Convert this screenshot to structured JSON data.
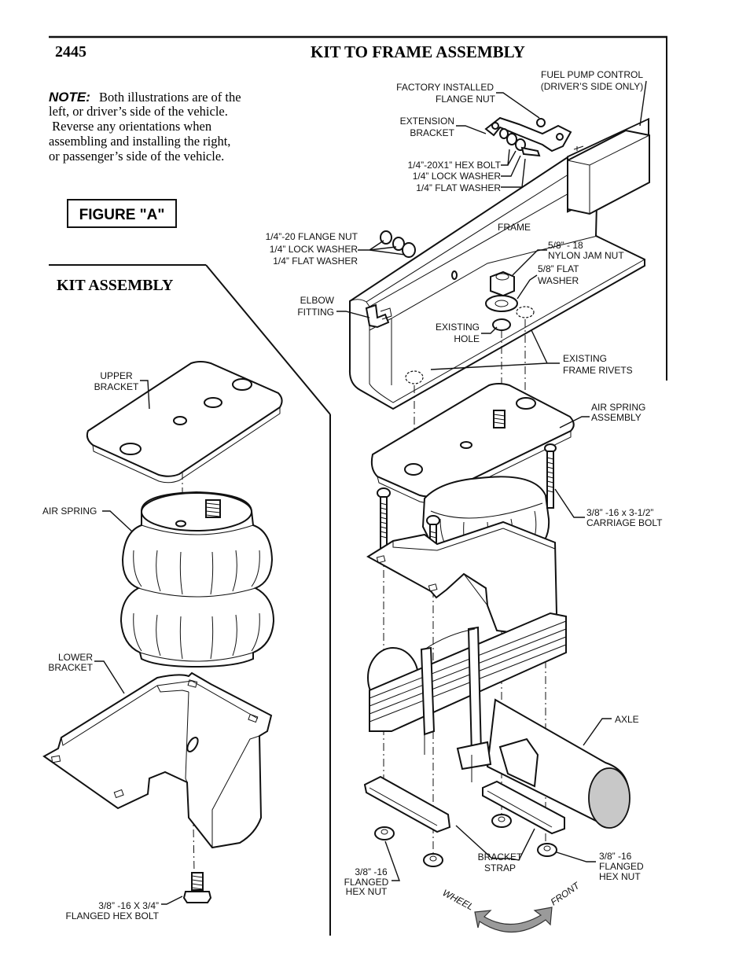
{
  "header": {
    "page_number": "2445",
    "title": "KIT TO FRAME ASSEMBLY"
  },
  "note": {
    "label": "NOTE:",
    "lines": [
      "Both illustrations are of the",
      "left, or driver’s side of the vehicle.",
      " Reverse any orientations when",
      "assembling and installing the right,",
      "or passenger’s side of the vehicle."
    ]
  },
  "figure_label": "FIGURE \"A\"",
  "kit_assembly": {
    "title": "KIT ASSEMBLY",
    "labels": {
      "upper_bracket": [
        "UPPER",
        "BRACKET"
      ],
      "air_spring": [
        "AIR SPRING"
      ],
      "lower_bracket": [
        "LOWER",
        "BRACKET"
      ],
      "hex_bolt": [
        "3/8” -16 X 3/4”",
        "FLANGED HEX BOLT"
      ]
    }
  },
  "frame_assembly": {
    "labels": {
      "factory_flange_nut": [
        "FACTORY INSTALLED",
        "FLANGE NUT"
      ],
      "fuel_pump_control": [
        "FUEL PUMP CONTROL",
        "(DRIVER’S SIDE ONLY)"
      ],
      "extension_bracket": [
        "EXTENSION",
        "BRACKET"
      ],
      "hex_bolt_group": [
        "1/4”-20X1” HEX BOLT",
        "1/4” LOCK WASHER",
        "1/4” FLAT WASHER"
      ],
      "flange_nut_group": [
        "1/4”-20 FLANGE NUT",
        "1/4” LOCK WASHER",
        "1/4” FLAT WASHER"
      ],
      "frame": [
        "FRAME"
      ],
      "jam_nut": [
        "5/8” - 18",
        "NYLON JAM NUT"
      ],
      "flat_washer": [
        "5/8” FLAT",
        "WASHER"
      ],
      "elbow_fitting": [
        "ELBOW",
        "FITTING"
      ],
      "existing_hole": [
        "EXISTING",
        "HOLE"
      ],
      "frame_rivets": [
        "EXISTING",
        "FRAME RIVETS"
      ],
      "air_spring_assembly": [
        "AIR SPRING",
        "ASSEMBLY"
      ],
      "carriage_bolt": [
        "3/8” -16 x 3-1/2”",
        "CARRIAGE BOLT"
      ],
      "axle": [
        "AXLE"
      ],
      "bracket_strap": [
        "BRACKET",
        "STRAP"
      ],
      "hex_nut_left": [
        "3/8” -16",
        "FLANGED",
        "HEX NUT"
      ],
      "hex_nut_right": [
        "3/8” -16",
        "FLANGED",
        "HEX NUT"
      ]
    },
    "orientation": {
      "wheel": "WHEEL",
      "front": "FRONT"
    }
  },
  "colors": {
    "ink": "#111111",
    "paper": "#ffffff",
    "axle_end": "#c8c8c8",
    "arrow_fill": "#9a9a9a"
  }
}
